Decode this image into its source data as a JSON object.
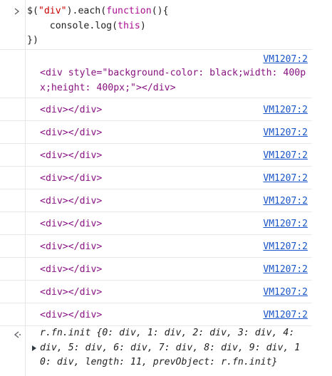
{
  "input": {
    "line1_a": "$(",
    "line1_str": "\"div\"",
    "line1_b": ").each(",
    "line1_kw": "function",
    "line1_c": "(){",
    "line2_a": "    console.log(",
    "line2_kw": "this",
    "line2_b": ")",
    "line3": "})"
  },
  "logs": [
    {
      "source": "VM1207:2",
      "line1": "<div style=\"background-color: black;width: 400p",
      "line2": "x;height: 400px;\"></div>"
    },
    {
      "source": "VM1207:2",
      "text": "<div></div>"
    },
    {
      "source": "VM1207:2",
      "text": "<div></div>"
    },
    {
      "source": "VM1207:2",
      "text": "<div></div>"
    },
    {
      "source": "VM1207:2",
      "text": "<div></div>"
    },
    {
      "source": "VM1207:2",
      "text": "<div></div>"
    },
    {
      "source": "VM1207:2",
      "text": "<div></div>"
    },
    {
      "source": "VM1207:2",
      "text": "<div></div>"
    },
    {
      "source": "VM1207:2",
      "text": "<div></div>"
    },
    {
      "source": "VM1207:2",
      "text": "<div></div>"
    },
    {
      "source": "VM1207:2",
      "text": "<div></div>"
    }
  ],
  "result": {
    "line1": "r.fn.init {0: div, 1: div, 2: div, 3: div, 4:",
    "line2": "div, 5: div, 6: div, 7: div, 8: div, 9: div, 1",
    "line3": "0: div, length: 11, prevObject: r.fn.init}"
  },
  "icons": {
    "prompt": "chevron-right-icon",
    "result_arrow": "return-arrow-icon",
    "expand": "expand-triangle-icon"
  }
}
